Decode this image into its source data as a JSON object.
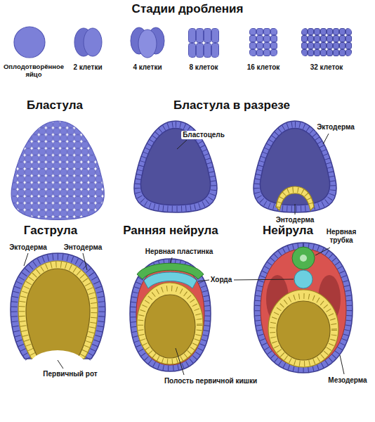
{
  "diagram": {
    "title": "Стадии дробления",
    "labels": [
      "Оплодотворённое яйцо",
      "2 клетки",
      "4 клетки",
      "8 клеток",
      "16 клеток",
      "32 клеток",
      "Бластула",
      "Бластула в разрезе",
      "Бластоцель",
      "Эктодерма",
      "Энтодерма",
      "Гаструла",
      "Ранняя нейрула",
      "Нейрула",
      "Нервная трубка",
      "Нервная пластинка",
      "Эктодерма",
      "Энтодерма",
      "Хорда",
      "Первичный рот",
      "Полость первичной кишки",
      "Мезодерма"
    ]
  }
}
